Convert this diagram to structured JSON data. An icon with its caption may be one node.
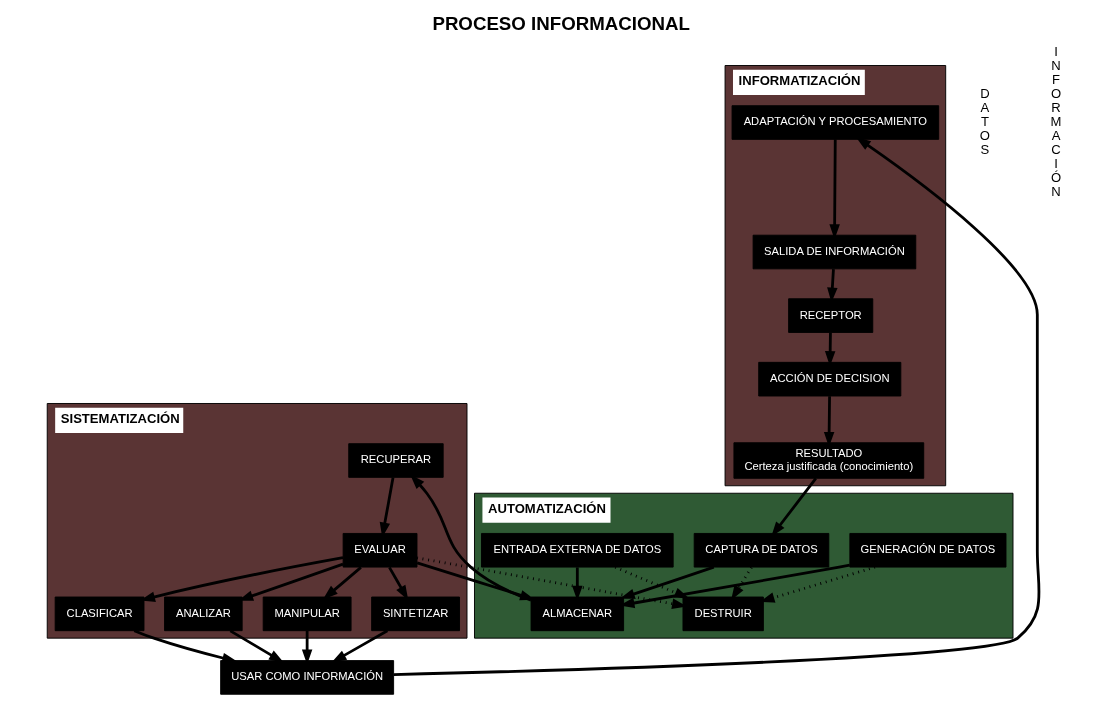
{
  "diagram": {
    "title": "PROCESO INFORMACIONAL",
    "nodes": [
      {
        "text": [
          "AUTOMATIZACIÓN"
        ]
      },
      {
        "text": [
          "ENTRADA EXTERNA DE DATOS"
        ],
        "in": 0
      },
      {
        "text": [
          "GENERACIÓN DE DATOS"
        ],
        "in": 0
      },
      {
        "text": [
          "CAPTURA DE DATOS"
        ],
        "in": 0
      },
      {
        "text": [
          "ALMACENAR"
        ],
        "in": 0
      },
      {
        "text": [
          "DESTRUIR"
        ],
        "in": 0
      },
      {
        "text": [
          "SISTEMATIZACIÓN"
        ]
      },
      {
        "text": [
          "RECUPERAR"
        ],
        "in": 6
      },
      {
        "text": [
          "EVALUAR"
        ],
        "in": 6
      },
      {
        "text": [
          "CLASIFICAR"
        ],
        "in": 6
      },
      {
        "text": [
          "ANALIZAR"
        ],
        "in": 6
      },
      {
        "text": [
          "MANIPULAR"
        ],
        "in": 6
      },
      {
        "text": [
          "SINTETIZAR"
        ],
        "in": 6
      },
      {
        "text": [
          "USAR COMO INFORMACIÓN"
        ]
      },
      {
        "text": [
          "INFORMATIZACIÓN"
        ]
      },
      {
        "text": [
          "ADAPTACIÓN Y PROCESAMIENTO"
        ],
        "in": 14
      },
      {
        "text": [
          "SALIDA DE INFORMACIÓN"
        ],
        "in": 14
      },
      {
        "text": [
          "RECEPTOR"
        ],
        "in": 14
      },
      {
        "text": [
          "ACCIÓN DE DECISION"
        ],
        "in": 14
      },
      {
        "text": [
          "RESULTADO",
          "Certeza justificada (conocimiento)"
        ],
        "in": 14
      }
    ],
    "edges": [
      {
        "from": 1,
        "to": 4,
        "arrow": "to"
      },
      {
        "from": 2,
        "to": 4,
        "arrow": "to"
      },
      {
        "from": 3,
        "to": 4,
        "arrow": "to"
      },
      {
        "from": 1,
        "to": 5,
        "arrow": "to",
        "style": "dashed"
      },
      {
        "from": 2,
        "to": 5,
        "arrow": "to",
        "style": "dashed"
      },
      {
        "from": 3,
        "to": 5,
        "arrow": "to",
        "style": "dashed"
      },
      {
        "from": 4,
        "to": 7,
        "arrow": "to"
      },
      {
        "from": 7,
        "to": 8,
        "arrow": "to"
      },
      {
        "from": 8,
        "to": 4,
        "arrow": "to"
      },
      {
        "from": 8,
        "to": 5,
        "arrow": "to",
        "style": "dashed"
      },
      {
        "from": 8,
        "to": 9,
        "arrow": "to"
      },
      {
        "from": 8,
        "to": 10,
        "arrow": "to"
      },
      {
        "from": 8,
        "to": 11,
        "arrow": "to"
      },
      {
        "from": 8,
        "to": 12,
        "arrow": "to"
      },
      {
        "from": 9,
        "to": 13,
        "arrow": "to"
      },
      {
        "from": 10,
        "to": 13,
        "arrow": "to"
      },
      {
        "from": 11,
        "to": 13,
        "arrow": "to"
      },
      {
        "from": 12,
        "to": 13,
        "arrow": "to"
      },
      {
        "from": 13,
        "to": 15,
        "arrow": "to"
      },
      {
        "from": 15,
        "to": 16,
        "arrow": "to"
      },
      {
        "from": 16,
        "to": 17,
        "arrow": "to"
      },
      {
        "from": 17,
        "to": 18,
        "arrow": "to"
      },
      {
        "from": 18,
        "to": 19,
        "arrow": "to"
      },
      {
        "from": 19,
        "to": 3,
        "arrow": "to"
      }
    ],
    "labels": [
      "DATOS",
      "INFORMACIÓN"
    ]
  }
}
